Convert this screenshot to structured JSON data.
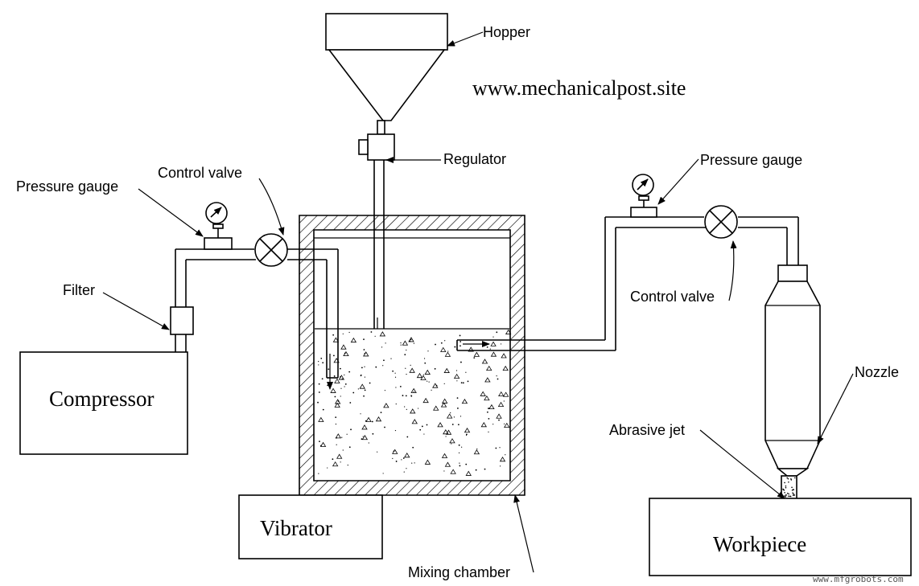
{
  "labels": {
    "hopper": "Hopper",
    "website": "www.mechanicalpost.site",
    "regulator": "Regulator",
    "pressure_gauge_left": "Pressure gauge",
    "control_valve_left": "Control valve",
    "filter": "Filter",
    "compressor": "Compressor",
    "vibrator": "Vibrator",
    "mixing_chamber": "Mixing chamber",
    "pressure_gauge_right": "Pressure gauge",
    "control_valve_right": "Control valve",
    "nozzle": "Nozzle",
    "abrasive_jet": "Abrasive jet",
    "workpiece": "Workpiece",
    "watermark": "www.mfgrobots.com"
  },
  "colors": {
    "line": "#000000",
    "background": "#ffffff"
  }
}
